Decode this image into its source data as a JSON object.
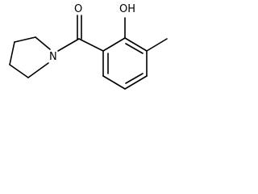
{
  "molecule": {
    "atoms": {
      "oxygen_carbonyl": "O",
      "hydroxyl": "OH",
      "nitrogen": "N"
    }
  }
}
